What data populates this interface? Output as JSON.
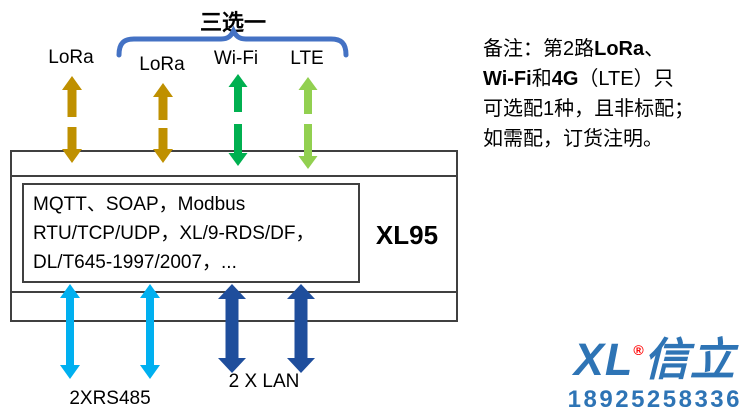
{
  "colors": {
    "gold": "#BF9000",
    "green": "#00B050",
    "light_green": "#92D050",
    "light_blue": "#00B0F0",
    "dark_blue": "#1F4E9C",
    "brace_blue": "#4472C4",
    "outline": "#404040",
    "logo_blue": "#2E74B5",
    "logo_red": "#FF0000"
  },
  "top": {
    "choose_one_label": "三选一",
    "port_labels": [
      "LoRa",
      "LoRa",
      "Wi-Fi",
      "LTE"
    ]
  },
  "device": {
    "model": "XL95",
    "protocol_lines": [
      "MQTT、SOAP，Modbus",
      "RTU/TCP/UDP，XL/9-RDS/DF，",
      "DL/T645-1997/2007，..."
    ]
  },
  "bottom": {
    "rs485_label": "2XRS485",
    "lan_label": "2 X LAN"
  },
  "note": {
    "lines": [
      [
        {
          "t": "备注：第2路"
        },
        {
          "t": "LoRa",
          "b": true
        },
        {
          "t": "、"
        }
      ],
      [
        {
          "t": "Wi-Fi",
          "b": true
        },
        {
          "t": "和"
        },
        {
          "t": "4G",
          "b": true
        },
        {
          "t": "（LTE）只"
        }
      ],
      [
        {
          "t": "可选配1种，且非标配；"
        }
      ],
      [
        {
          "t": "如需配，订货注明。"
        }
      ]
    ]
  },
  "logo": {
    "brand": "XL",
    "reg_mark": "®",
    "brand_cn": "信立",
    "phone": "18925258336"
  }
}
